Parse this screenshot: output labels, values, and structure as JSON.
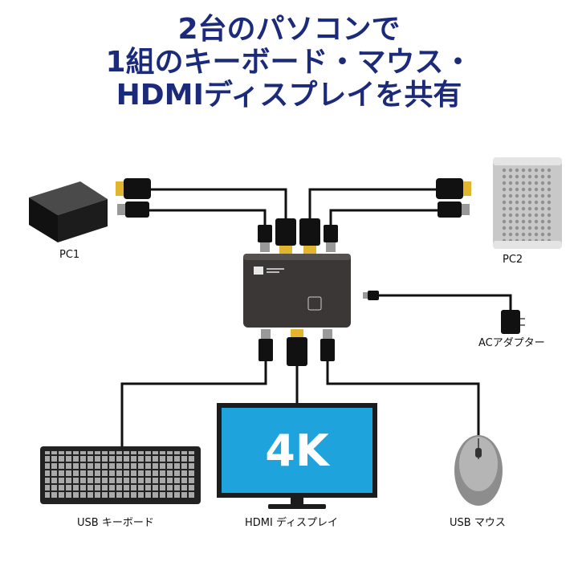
{
  "title": {
    "line1": "2台のパソコンで",
    "line2": "1組のキーボード・マウス・",
    "line3": "HDMIディスプレイを共有"
  },
  "labels": {
    "pc1": "PC1",
    "pc2": "PC2",
    "ac_adapter": "ACアダプター",
    "keyboard": "USB キーボード",
    "hdmi_display": "HDMI ディスプレイ",
    "mouse": "USB マウス"
  },
  "monitor": {
    "screen_text": "4K"
  },
  "colors": {
    "title": "#1b2a7a",
    "screen": "#1fa3dc",
    "cable": "#111111",
    "hdmi_gold": "#e2b52f",
    "switch_body": "#3a3736"
  }
}
